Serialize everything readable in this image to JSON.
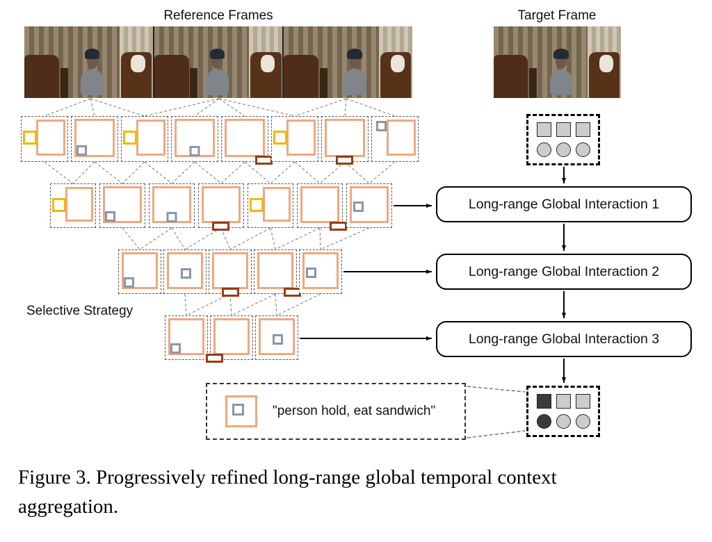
{
  "labels": {
    "reference_frames": "Reference Frames",
    "target_frame": "Target Frame",
    "selective_strategy": "Selective Strategy"
  },
  "interactions": [
    "Long-range Global Interaction 1",
    "Long-range Global Interaction 2",
    "Long-range Global Interaction 3"
  ],
  "legend": {
    "text": "\"person hold, eat sandwich\""
  },
  "caption": {
    "line1": "Figure 3. Progressively refined long-range global temporal context",
    "line2": "aggregation."
  },
  "colors": {
    "peach": "#f0a77f",
    "yellow": "#f2b705",
    "gray": "#8796ab",
    "darkred": "#9a3a10"
  },
  "tokens": {
    "shades": {
      "light": "#cccccc",
      "dark": "#3a3a3a"
    },
    "top": {
      "squares": [
        "light",
        "light",
        "light"
      ],
      "circles": [
        "light",
        "light",
        "light"
      ]
    },
    "bottom": {
      "squares": [
        "dark",
        "light",
        "light"
      ],
      "circles": [
        "dark",
        "light",
        "light"
      ]
    }
  },
  "pyramid": {
    "rows": [
      [
        {
          "peach": "right",
          "marks": [
            {
              "c": "yellow",
              "s": "lm"
            }
          ]
        },
        {
          "peach": "full",
          "marks": [
            {
              "c": "gray",
              "s": "bl"
            }
          ]
        },
        {
          "peach": "right",
          "marks": [
            {
              "c": "yellow",
              "s": "lm"
            }
          ]
        },
        {
          "peach": "full",
          "marks": [
            {
              "c": "gray",
              "s": "bc"
            }
          ]
        },
        {
          "peach": "full",
          "marks": [
            {
              "c": "darkred",
              "s": "br"
            }
          ]
        },
        {
          "peach": "right",
          "marks": [
            {
              "c": "yellow",
              "s": "lm"
            }
          ]
        },
        {
          "peach": "full",
          "marks": [
            {
              "c": "darkred",
              "s": "bce"
            }
          ]
        },
        {
          "peach": "right",
          "marks": [
            {
              "c": "gray",
              "s": "tl"
            }
          ]
        }
      ],
      [
        {
          "peach": "right",
          "marks": [
            {
              "c": "yellow",
              "s": "lm"
            }
          ]
        },
        {
          "peach": "full",
          "marks": [
            {
              "c": "gray",
              "s": "bl"
            }
          ]
        },
        {
          "peach": "full",
          "marks": [
            {
              "c": "gray",
              "s": "bc"
            }
          ]
        },
        {
          "peach": "full",
          "marks": [
            {
              "c": "darkred",
              "s": "bce"
            }
          ]
        },
        {
          "peach": "right",
          "marks": [
            {
              "c": "yellow",
              "s": "lm"
            }
          ]
        },
        {
          "peach": "full",
          "marks": [
            {
              "c": "darkred",
              "s": "br"
            }
          ]
        },
        {
          "peach": "full",
          "marks": [
            {
              "c": "gray",
              "s": "cl"
            }
          ]
        }
      ],
      [
        {
          "peach": "full",
          "marks": [
            {
              "c": "gray",
              "s": "bl"
            }
          ]
        },
        {
          "peach": "full",
          "marks": [
            {
              "c": "gray",
              "s": "c"
            }
          ]
        },
        {
          "peach": "full",
          "marks": [
            {
              "c": "darkred",
              "s": "bce"
            }
          ]
        },
        {
          "peach": "full",
          "marks": [
            {
              "c": "darkred",
              "s": "br"
            }
          ]
        },
        {
          "peach": "full",
          "marks": [
            {
              "c": "gray",
              "s": "cl"
            }
          ]
        }
      ],
      [
        {
          "peach": "full",
          "marks": [
            {
              "c": "gray",
              "s": "bl"
            }
          ]
        },
        {
          "peach": "full",
          "marks": [
            {
              "c": "darkred",
              "s": "ble"
            }
          ]
        },
        {
          "peach": "full",
          "marks": [
            {
              "c": "gray",
              "s": "c"
            }
          ]
        }
      ]
    ]
  }
}
